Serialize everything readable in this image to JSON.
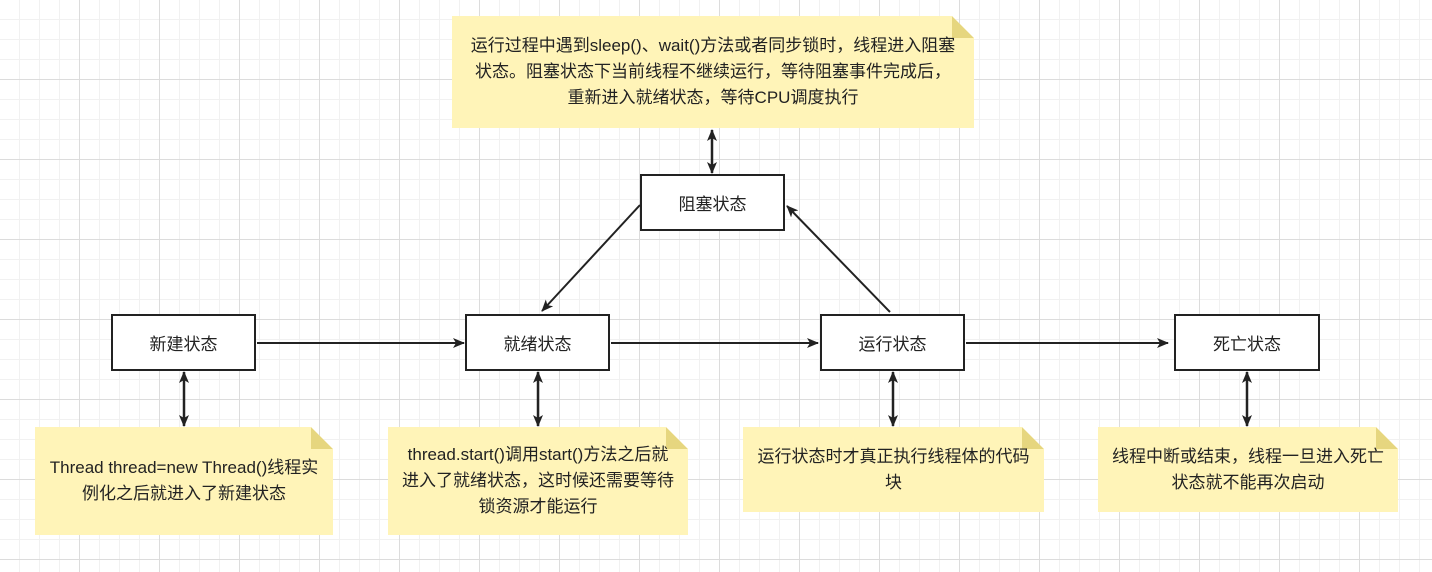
{
  "states": {
    "new": "新建状态",
    "ready": "就绪状态",
    "running": "运行状态",
    "dead": "死亡状态",
    "blocked": "阻塞状态"
  },
  "notes": {
    "blocked": "运行过程中遇到sleep()、wait()方法或者同步锁时，线程进入阻塞状态。阻塞状态下当前线程不继续运行，等待阻塞事件完成后，重新进入就绪状态，等待CPU调度执行",
    "new": "Thread thread=new Thread()线程实例化之后就进入了新建状态",
    "ready": "thread.start()调用start()方法之后就进入了就绪状态，这时候还需要等待锁资源才能运行",
    "running": "运行状态时才真正执行线程体的代码块",
    "dead": "线程中断或结束，线程一旦进入死亡状态就不能再次启动"
  },
  "colors": {
    "note_fill": "#fff4b8",
    "note_fold": "#e6d67f",
    "stroke": "#222222"
  }
}
